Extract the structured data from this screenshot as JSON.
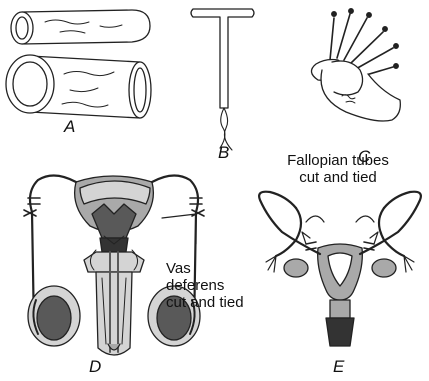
{
  "panels": {
    "a": "A",
    "b": "B",
    "c": "C",
    "d": "D",
    "e": "E"
  },
  "callouts": {
    "fallopian": [
      "Fallopian tubes",
      "cut and tied"
    ],
    "vas": [
      "Vas",
      "deferens",
      "cut and tied"
    ]
  },
  "colors": {
    "ink": "#222222",
    "tissue_light": "#d4d4d4",
    "tissue_mid": "#a9a9a9",
    "tissue_dark": "#595959",
    "tissue_darkest": "#333333"
  }
}
